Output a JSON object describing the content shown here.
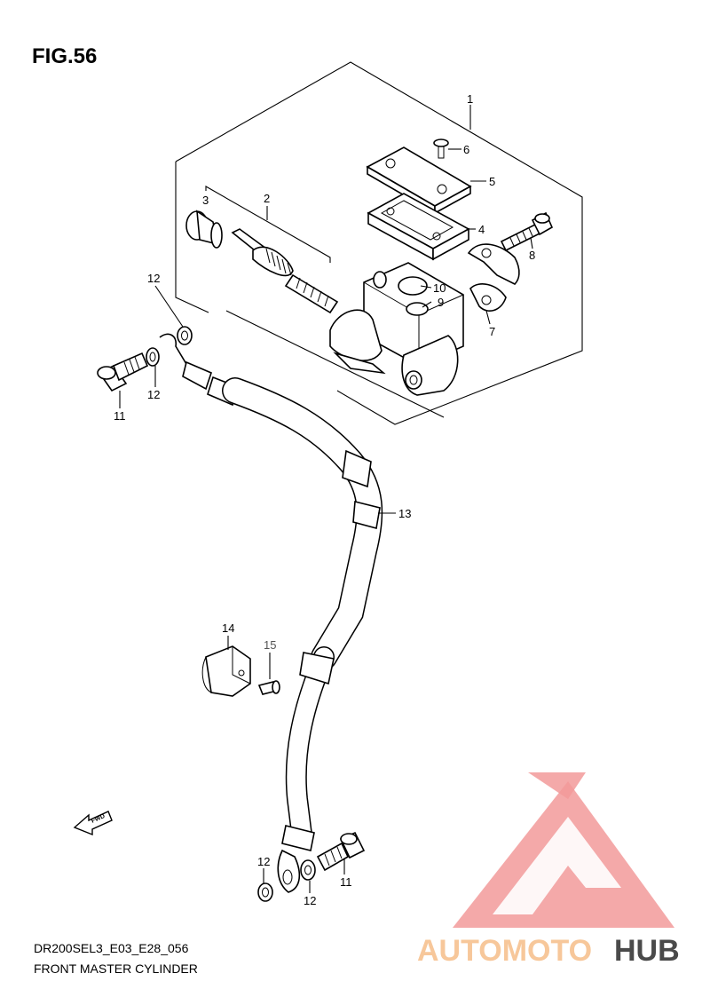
{
  "figure": {
    "title": "FIG.56",
    "model_code": "DR200SEL3_E03_E28_056",
    "description": "FRONT MASTER CYLINDER"
  },
  "callouts": [
    {
      "id": "1",
      "label": "1"
    },
    {
      "id": "2",
      "label": "2"
    },
    {
      "id": "3",
      "label": "3"
    },
    {
      "id": "4",
      "label": "4"
    },
    {
      "id": "5",
      "label": "5"
    },
    {
      "id": "6",
      "label": "6"
    },
    {
      "id": "7",
      "label": "7"
    },
    {
      "id": "8",
      "label": "8"
    },
    {
      "id": "9",
      "label": "9"
    },
    {
      "id": "10",
      "label": "10"
    },
    {
      "id": "11a",
      "label": "11"
    },
    {
      "id": "12a",
      "label": "12"
    },
    {
      "id": "12b",
      "label": "12"
    },
    {
      "id": "13",
      "label": "13"
    },
    {
      "id": "14",
      "label": "14"
    },
    {
      "id": "15",
      "label": "15"
    },
    {
      "id": "12c",
      "label": "12"
    },
    {
      "id": "12d",
      "label": "12"
    },
    {
      "id": "11b",
      "label": "11"
    }
  ],
  "fwd_arrow": {
    "label": "FWD"
  },
  "watermark": {
    "text_part1": "AUTOMOTO",
    "text_part2": "HUB",
    "color_light": "#f7c79a",
    "color_red": "#f29a9a",
    "color_dark": "#4a4a4a"
  }
}
